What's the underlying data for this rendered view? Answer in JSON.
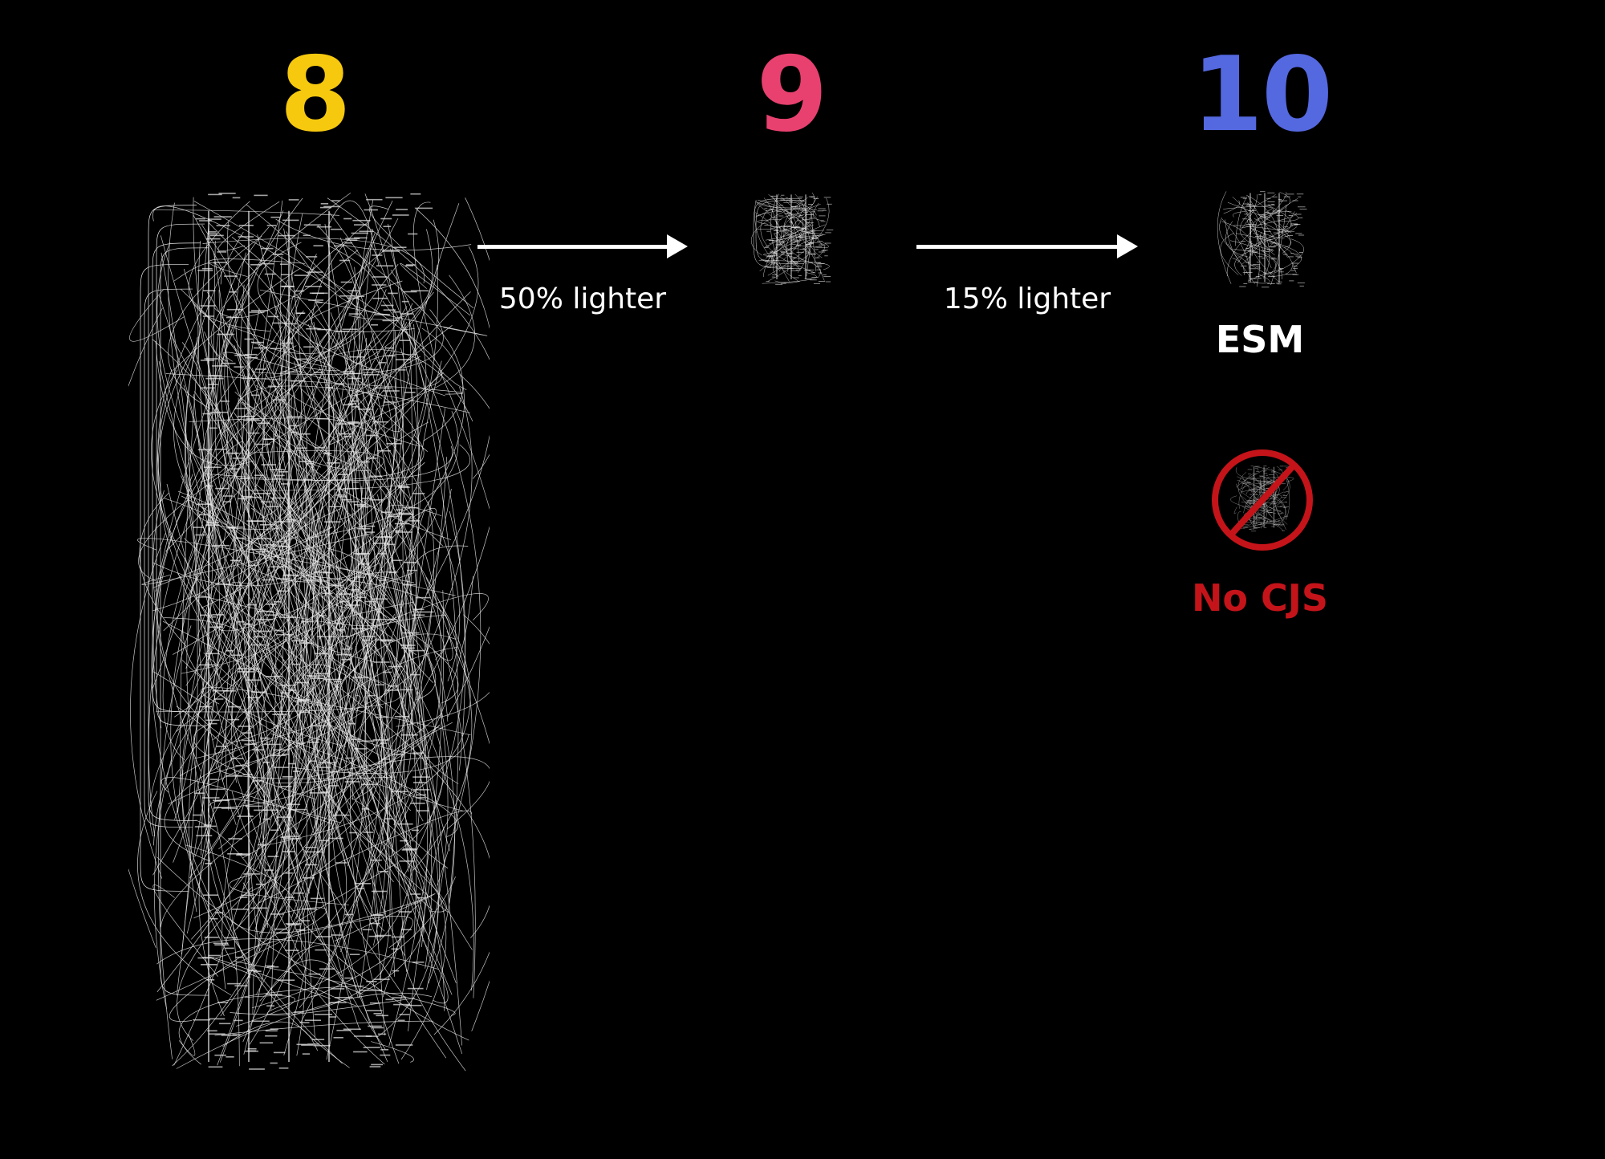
{
  "versions": [
    {
      "label": "8",
      "color": "#f6c90e"
    },
    {
      "label": "9",
      "color": "#e8416f"
    },
    {
      "label": "10",
      "color": "#5468e0"
    }
  ],
  "transitions": [
    {
      "label": "50% lighter"
    },
    {
      "label": "15% lighter"
    }
  ],
  "formats": {
    "esm_label": "ESM",
    "no_cjs_label": "No CJS",
    "no_cjs_color": "#c4141a"
  },
  "icons": {
    "dependency_graph": "dependency-graph-icon",
    "prohibited": "prohibited-icon"
  }
}
